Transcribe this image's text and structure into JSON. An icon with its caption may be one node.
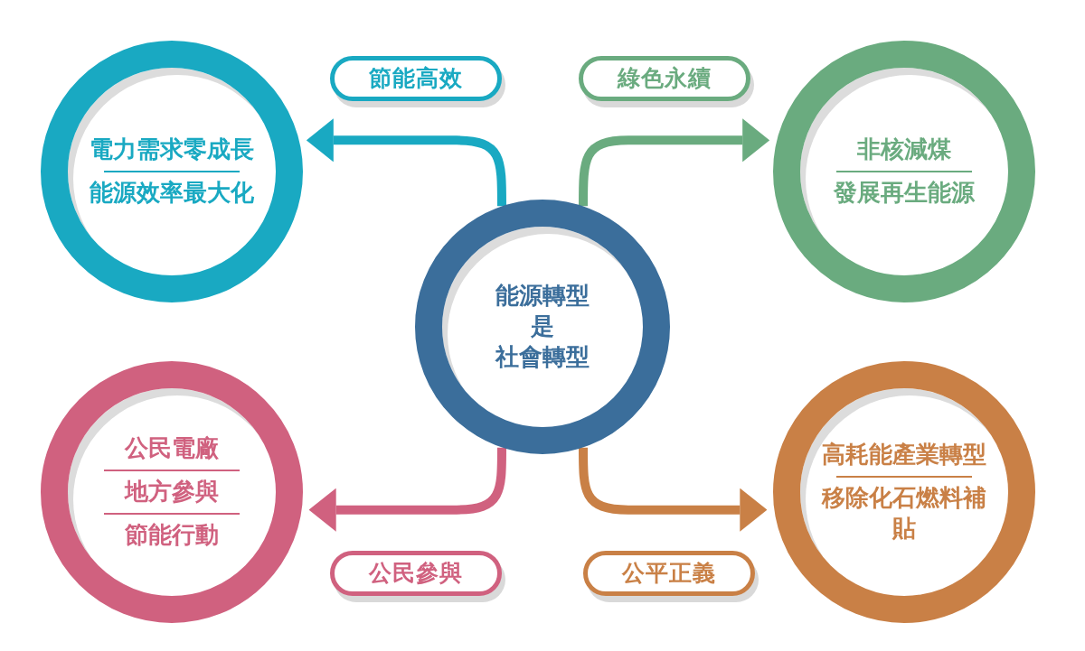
{
  "diagram": {
    "nodes": [
      {
        "text": [
          "節能高效"
        ]
      },
      {
        "text": [
          "綠色永續"
        ]
      },
      {
        "text": [
          "電力需求零成長",
          "能源效率最大化"
        ]
      },
      {
        "text": [
          "非核減煤",
          "發展再生能源"
        ]
      },
      {
        "text": [
          "能源轉型",
          "是",
          "社會轉型"
        ]
      },
      {
        "text": [
          "公民電廠",
          "地方參與",
          "節能行動"
        ]
      },
      {
        "text": [
          "高耗能產業轉型",
          "移除化石燃料補貼"
        ]
      },
      {
        "text": [
          "公民參與"
        ]
      },
      {
        "text": [
          "公平正義"
        ]
      }
    ],
    "edges": [
      {
        "from": 4,
        "to": 2,
        "arrow": "to",
        "color": "#19a9c2"
      },
      {
        "from": 4,
        "to": 3,
        "arrow": "to",
        "color": "#6aab7f"
      },
      {
        "from": 4,
        "to": 5,
        "arrow": "to",
        "color": "#d0617f"
      },
      {
        "from": 4,
        "to": 6,
        "arrow": "to",
        "color": "#c98046"
      }
    ]
  }
}
